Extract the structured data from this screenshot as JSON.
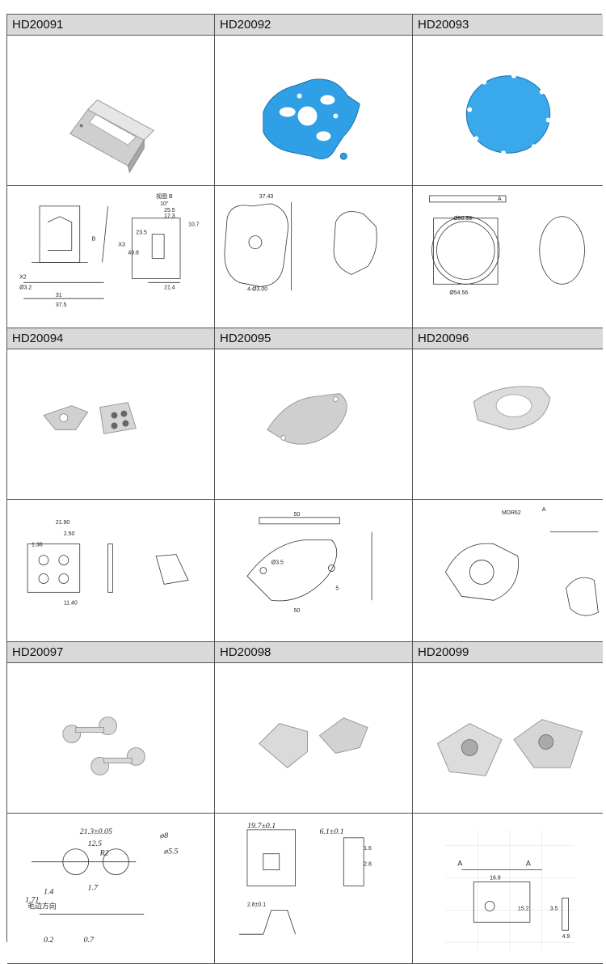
{
  "rows": [
    {
      "codes": [
        "HD20091",
        "HD20092",
        "HD20093"
      ]
    },
    {
      "codes": [
        "HD20094",
        "HD20095",
        "HD20096"
      ]
    },
    {
      "codes": [
        "HD20097",
        "HD20098",
        "HD20099"
      ]
    }
  ],
  "drawing_labels": {
    "d91": {
      "view": "视图 B",
      "angle": "10°",
      "arrow": "B",
      "dims": [
        "25.5",
        "17.3",
        "10.7",
        "23.5",
        "49.8",
        "21.4",
        "31",
        "37.5",
        "Ø3.2",
        "X2",
        "X3"
      ]
    },
    "d92": {
      "dims": [
        "37.43",
        "4-Ø3.00"
      ]
    },
    "d93": {
      "dims": [
        "Ø50.56",
        "Ø54.56",
        "A"
      ]
    },
    "d94": {
      "dims": [
        "21.90",
        "2.50",
        "1.38",
        "11.40"
      ]
    },
    "d95": {
      "dims": [
        "50",
        "Ø3.5",
        "5",
        "50"
      ]
    },
    "d96": {
      "dims": [
        "MDR62",
        "A"
      ]
    },
    "d97": {
      "dims": [
        "21.3±0.05",
        "12.5",
        "ø8",
        "ø5.5",
        "R2",
        "1.4",
        "1.71",
        "1.7",
        "0.2",
        "0.7",
        "毛边方向"
      ]
    },
    "d98": {
      "dims": [
        "19.7±0.1",
        "6.1±0.1",
        "1.6",
        "2.8",
        "2.8±0.1"
      ]
    },
    "d99": {
      "dims": [
        "A",
        "A",
        "16.9",
        "15.2",
        "3.5",
        "4.9"
      ]
    }
  },
  "colors": {
    "header_bg": "#d9d9d9",
    "blue_part": "#2f9fe6",
    "metal": "#c8c8c8",
    "border": "#555555"
  }
}
